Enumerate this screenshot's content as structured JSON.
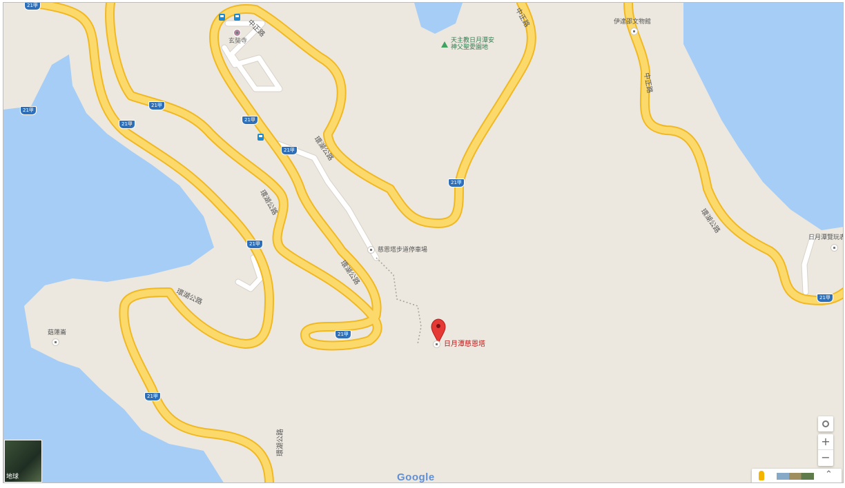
{
  "map": {
    "colors": {
      "land": "#ece8df",
      "water": "#a6cdf5",
      "road": "#fcd96b",
      "road_edge": "#f0b823",
      "shield": "#2f6fb7",
      "pin": "#e53935"
    },
    "pois": {
      "xuanzang": "玄奘寺",
      "church": "天主教日月潭安\n神父聖愛園地",
      "museum": "伊達邵文物館",
      "parking": "慈恩塔步道停車場",
      "tower": "日月潭慈恩塔",
      "bay": "菇蓮崙",
      "sunmoon_e": "日月潭覽玩表"
    },
    "roads": {
      "zhongzheng": "中正路",
      "huanhu": "環湖公路",
      "route": "21甲"
    },
    "icons": {
      "pin": "location-pin-icon",
      "bus": "bus-stop-icon",
      "temple": "temple-icon",
      "park": "park-icon",
      "parking": "parking-icon",
      "camera": "camera-icon"
    },
    "logo": "Google",
    "satellite_label": "地球",
    "controls": {
      "zoom_in": "+",
      "zoom_out": "−",
      "expand": "⌃"
    }
  }
}
